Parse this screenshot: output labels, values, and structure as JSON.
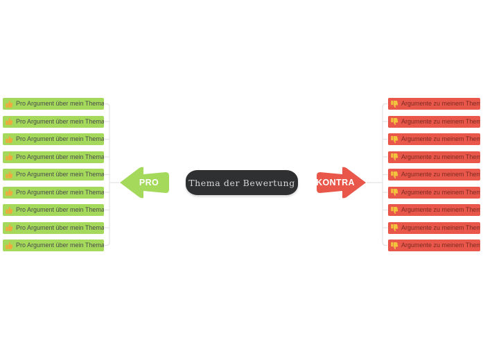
{
  "diagram": {
    "type": "mindmap",
    "title": "Thema der Bewertung",
    "background_color": "#ffffff",
    "center": {
      "label": "Thema der Bewertung",
      "background_color": "#2f3031",
      "text_color": "#d8d8d8"
    },
    "branches": [
      {
        "id": "pro",
        "label": "PRO",
        "side": "left",
        "arrow_color": "#a4d95c",
        "arrow_text_color": "#ffffff",
        "leaf_color": "#a4d95c",
        "leaf_text_color": "#4a4a4a",
        "icon": "thumbs-up-icon",
        "icon_color": "#f0a93c",
        "count": 9,
        "leaves": [
          {
            "label": "Pro Argument über mein Thema"
          },
          {
            "label": "Pro Argument über mein Thema"
          },
          {
            "label": "Pro Argument über mein Thema"
          },
          {
            "label": "Pro Argument über mein Thema"
          },
          {
            "label": "Pro Argument über mein Thema"
          },
          {
            "label": "Pro Argument über mein Thema"
          },
          {
            "label": "Pro Argument über mein Thema"
          },
          {
            "label": "Pro Argument über mein Thema"
          },
          {
            "label": "Pro Argument über mein Thema"
          }
        ]
      },
      {
        "id": "kontra",
        "label": "KONTRA",
        "side": "right",
        "arrow_color": "#e8574a",
        "arrow_text_color": "#ffffff",
        "leaf_color": "#e8574a",
        "leaf_text_color": "#7d2a22",
        "icon": "thumbs-down-icon",
        "icon_color": "#f2c43e",
        "count": 9,
        "leaves": [
          {
            "label": "Argumente zu meinem Thema"
          },
          {
            "label": "Argumente zu meinem Thema"
          },
          {
            "label": "Argumente zu meinem Thema"
          },
          {
            "label": "Argumente zu meinem Thema"
          },
          {
            "label": "Argumente zu meinem Thema"
          },
          {
            "label": "Argumente zu meinem Thema"
          },
          {
            "label": "Argumente zu meinem Thema"
          },
          {
            "label": "Argumente zu meinem Thema"
          },
          {
            "label": "Argumente zu meinem Thema"
          }
        ]
      }
    ],
    "connector_color": "#e3e3e3"
  }
}
